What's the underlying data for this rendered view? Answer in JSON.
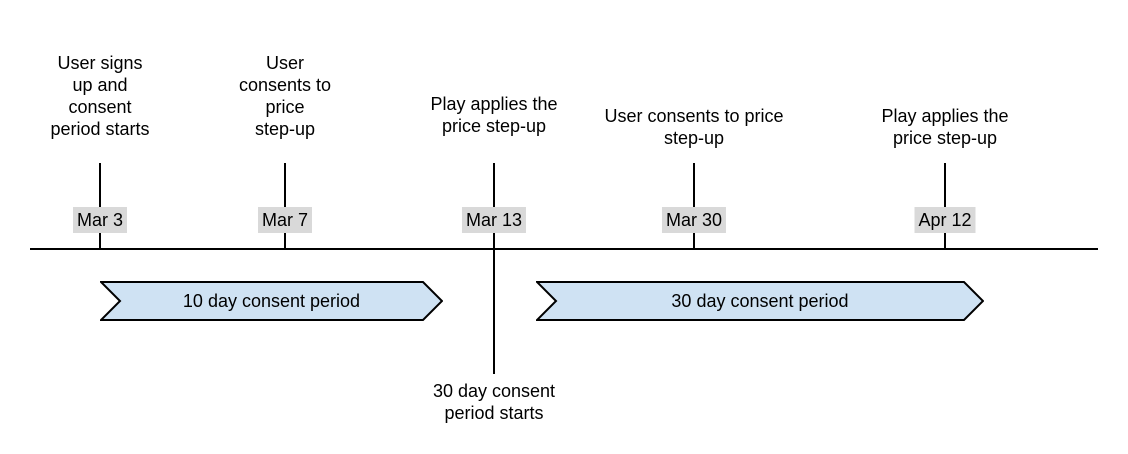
{
  "diagram": {
    "type": "timeline",
    "events": [
      {
        "label": "User signs\nup and\nconsent\nperiod starts",
        "date": "Mar 3"
      },
      {
        "label": "User\nconsents to\nprice\nstep-up",
        "date": "Mar 7"
      },
      {
        "label": "Play applies the\nprice step-up",
        "date": "Mar 13"
      },
      {
        "label": "User consents to price\nstep-up",
        "date": "Mar 30"
      },
      {
        "label": "Play applies the\nprice step-up",
        "date": "Apr 12"
      }
    ],
    "periods": [
      {
        "label": "10 day consent period"
      },
      {
        "label": "30 day consent period"
      }
    ],
    "annotation": "30 day consent\nperiod starts",
    "colors": {
      "period_fill": "#cfe2f3",
      "period_border": "#000000",
      "date_badge_bg": "#d9d9d9",
      "line": "#000000",
      "text": "#000000",
      "background": "#ffffff"
    }
  }
}
